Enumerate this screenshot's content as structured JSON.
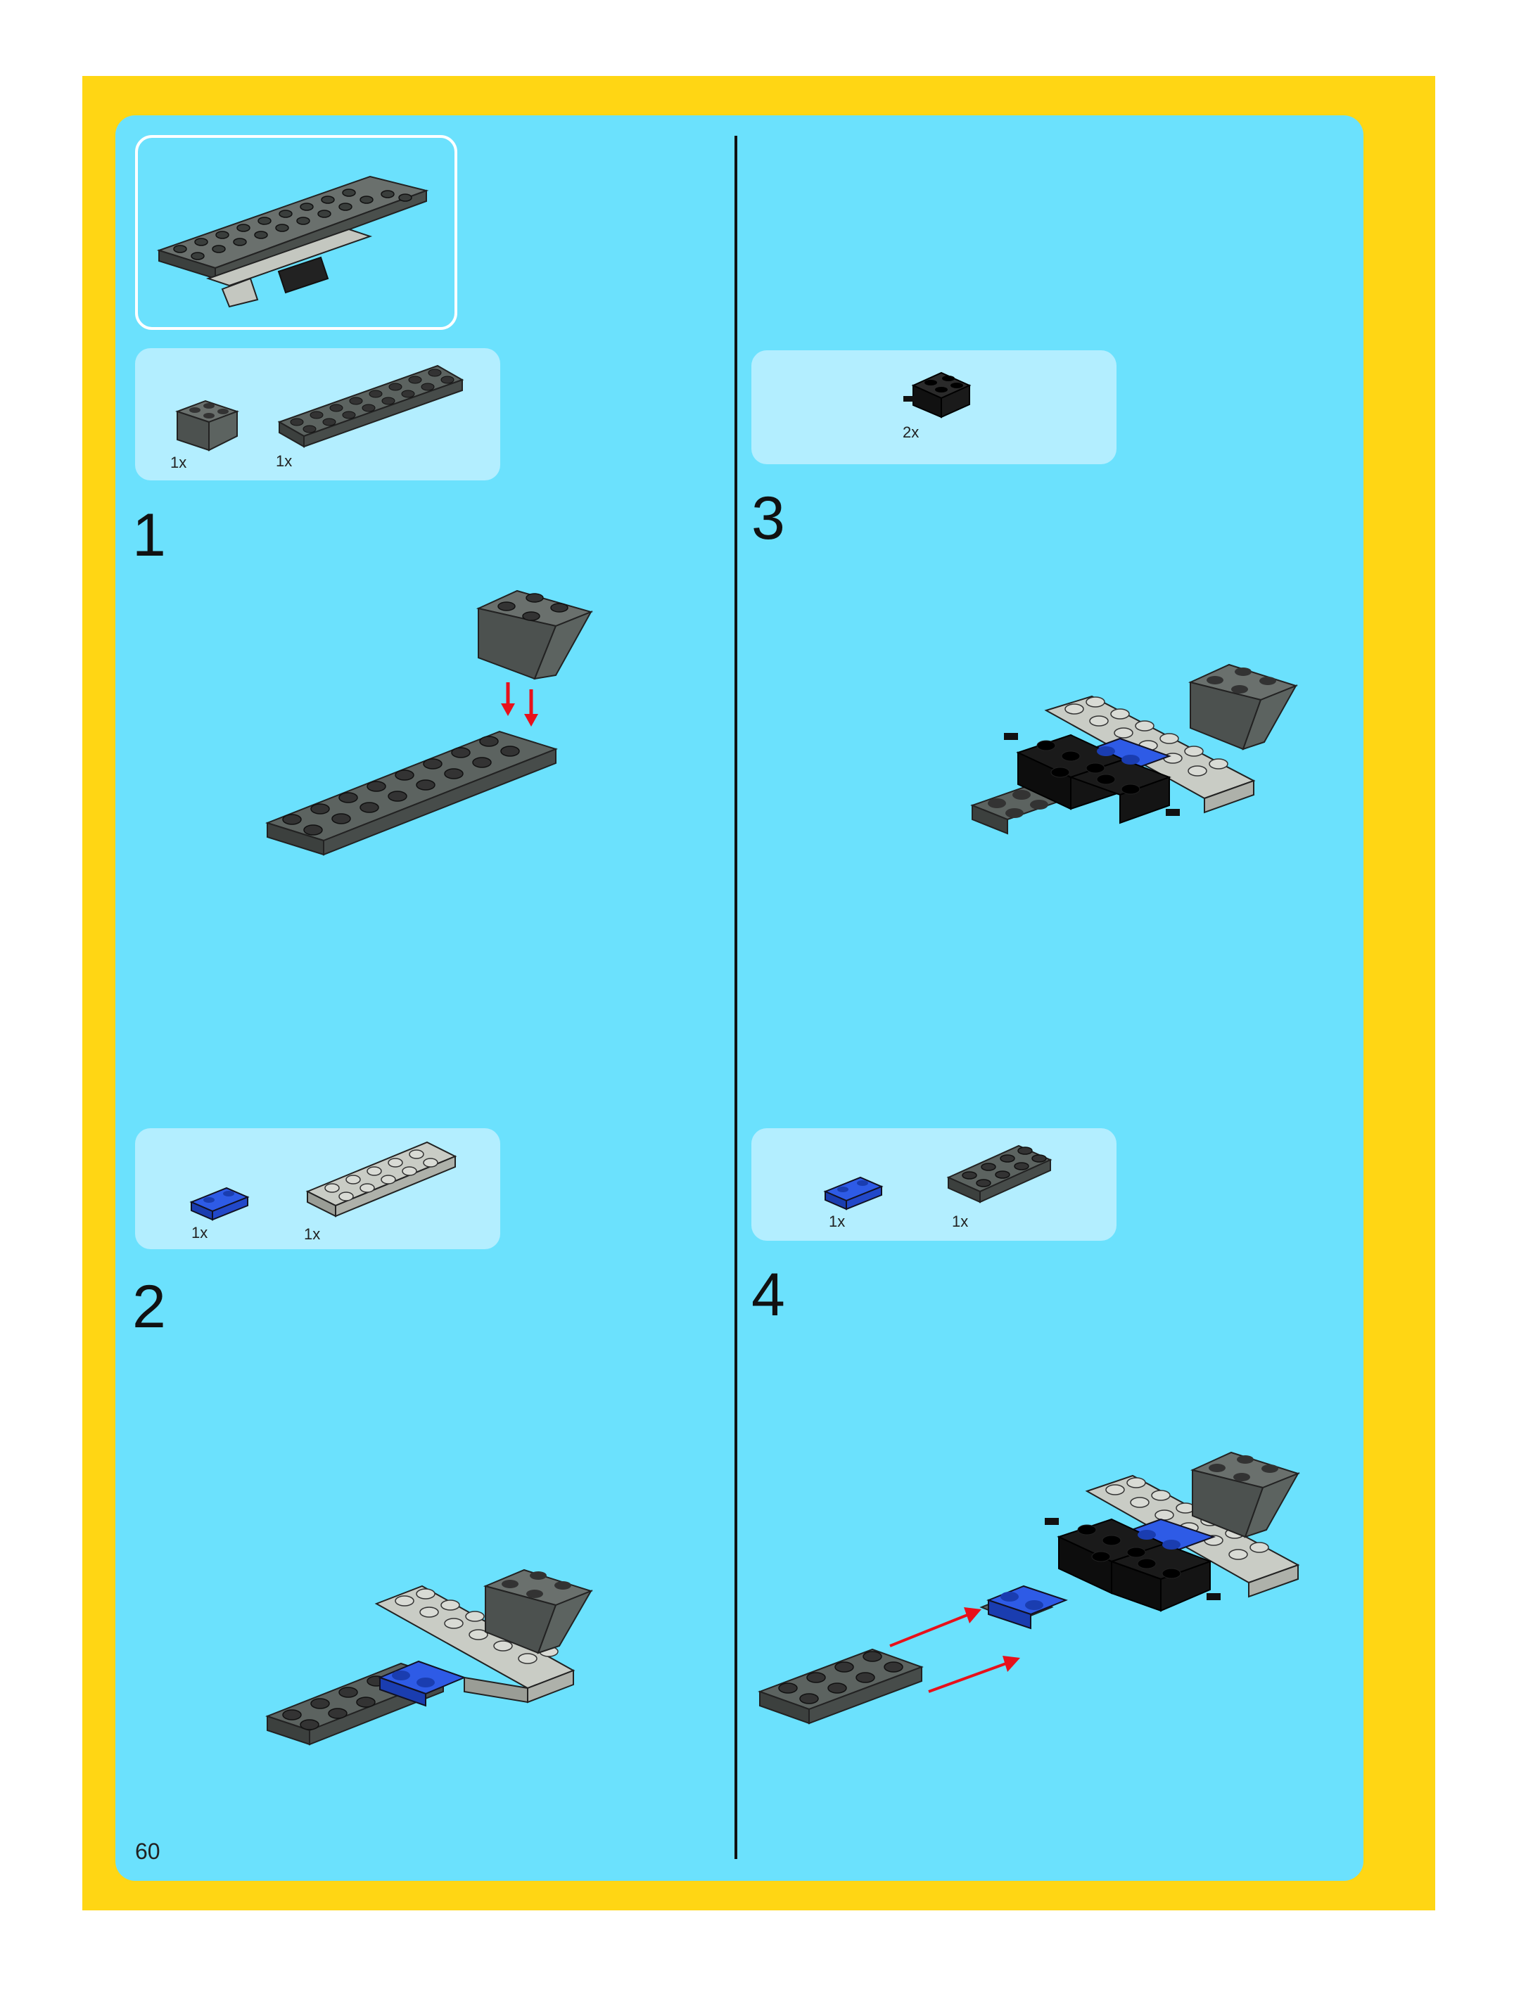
{
  "page_number": "60",
  "colors": {
    "frame": "#FFD614",
    "panel": "#6BE1FD",
    "parts_box": "#B3EEFF",
    "dark_gray": "#5C6360",
    "light_gray": "#C9CCC5",
    "black": "#1A1A1A",
    "blue": "#2E5BE6",
    "arrow": "#E8101A"
  },
  "steps": [
    {
      "number": "1",
      "parts": [
        {
          "qty": "1x",
          "icon": "inverted-slope-brick-dark-gray-icon"
        },
        {
          "qty": "1x",
          "icon": "plate-2x8-dark-gray-icon"
        }
      ]
    },
    {
      "number": "2",
      "parts": [
        {
          "qty": "1x",
          "icon": "plate-1x2-blue-icon"
        },
        {
          "qty": "1x",
          "icon": "plate-2x6-light-gray-icon"
        }
      ]
    },
    {
      "number": "3",
      "parts": [
        {
          "qty": "2x",
          "icon": "brick-with-pins-black-icon"
        }
      ]
    },
    {
      "number": "4",
      "parts": [
        {
          "qty": "1x",
          "icon": "plate-1x2-blue-icon"
        },
        {
          "qty": "1x",
          "icon": "plate-2x4-dark-gray-icon"
        }
      ]
    }
  ]
}
